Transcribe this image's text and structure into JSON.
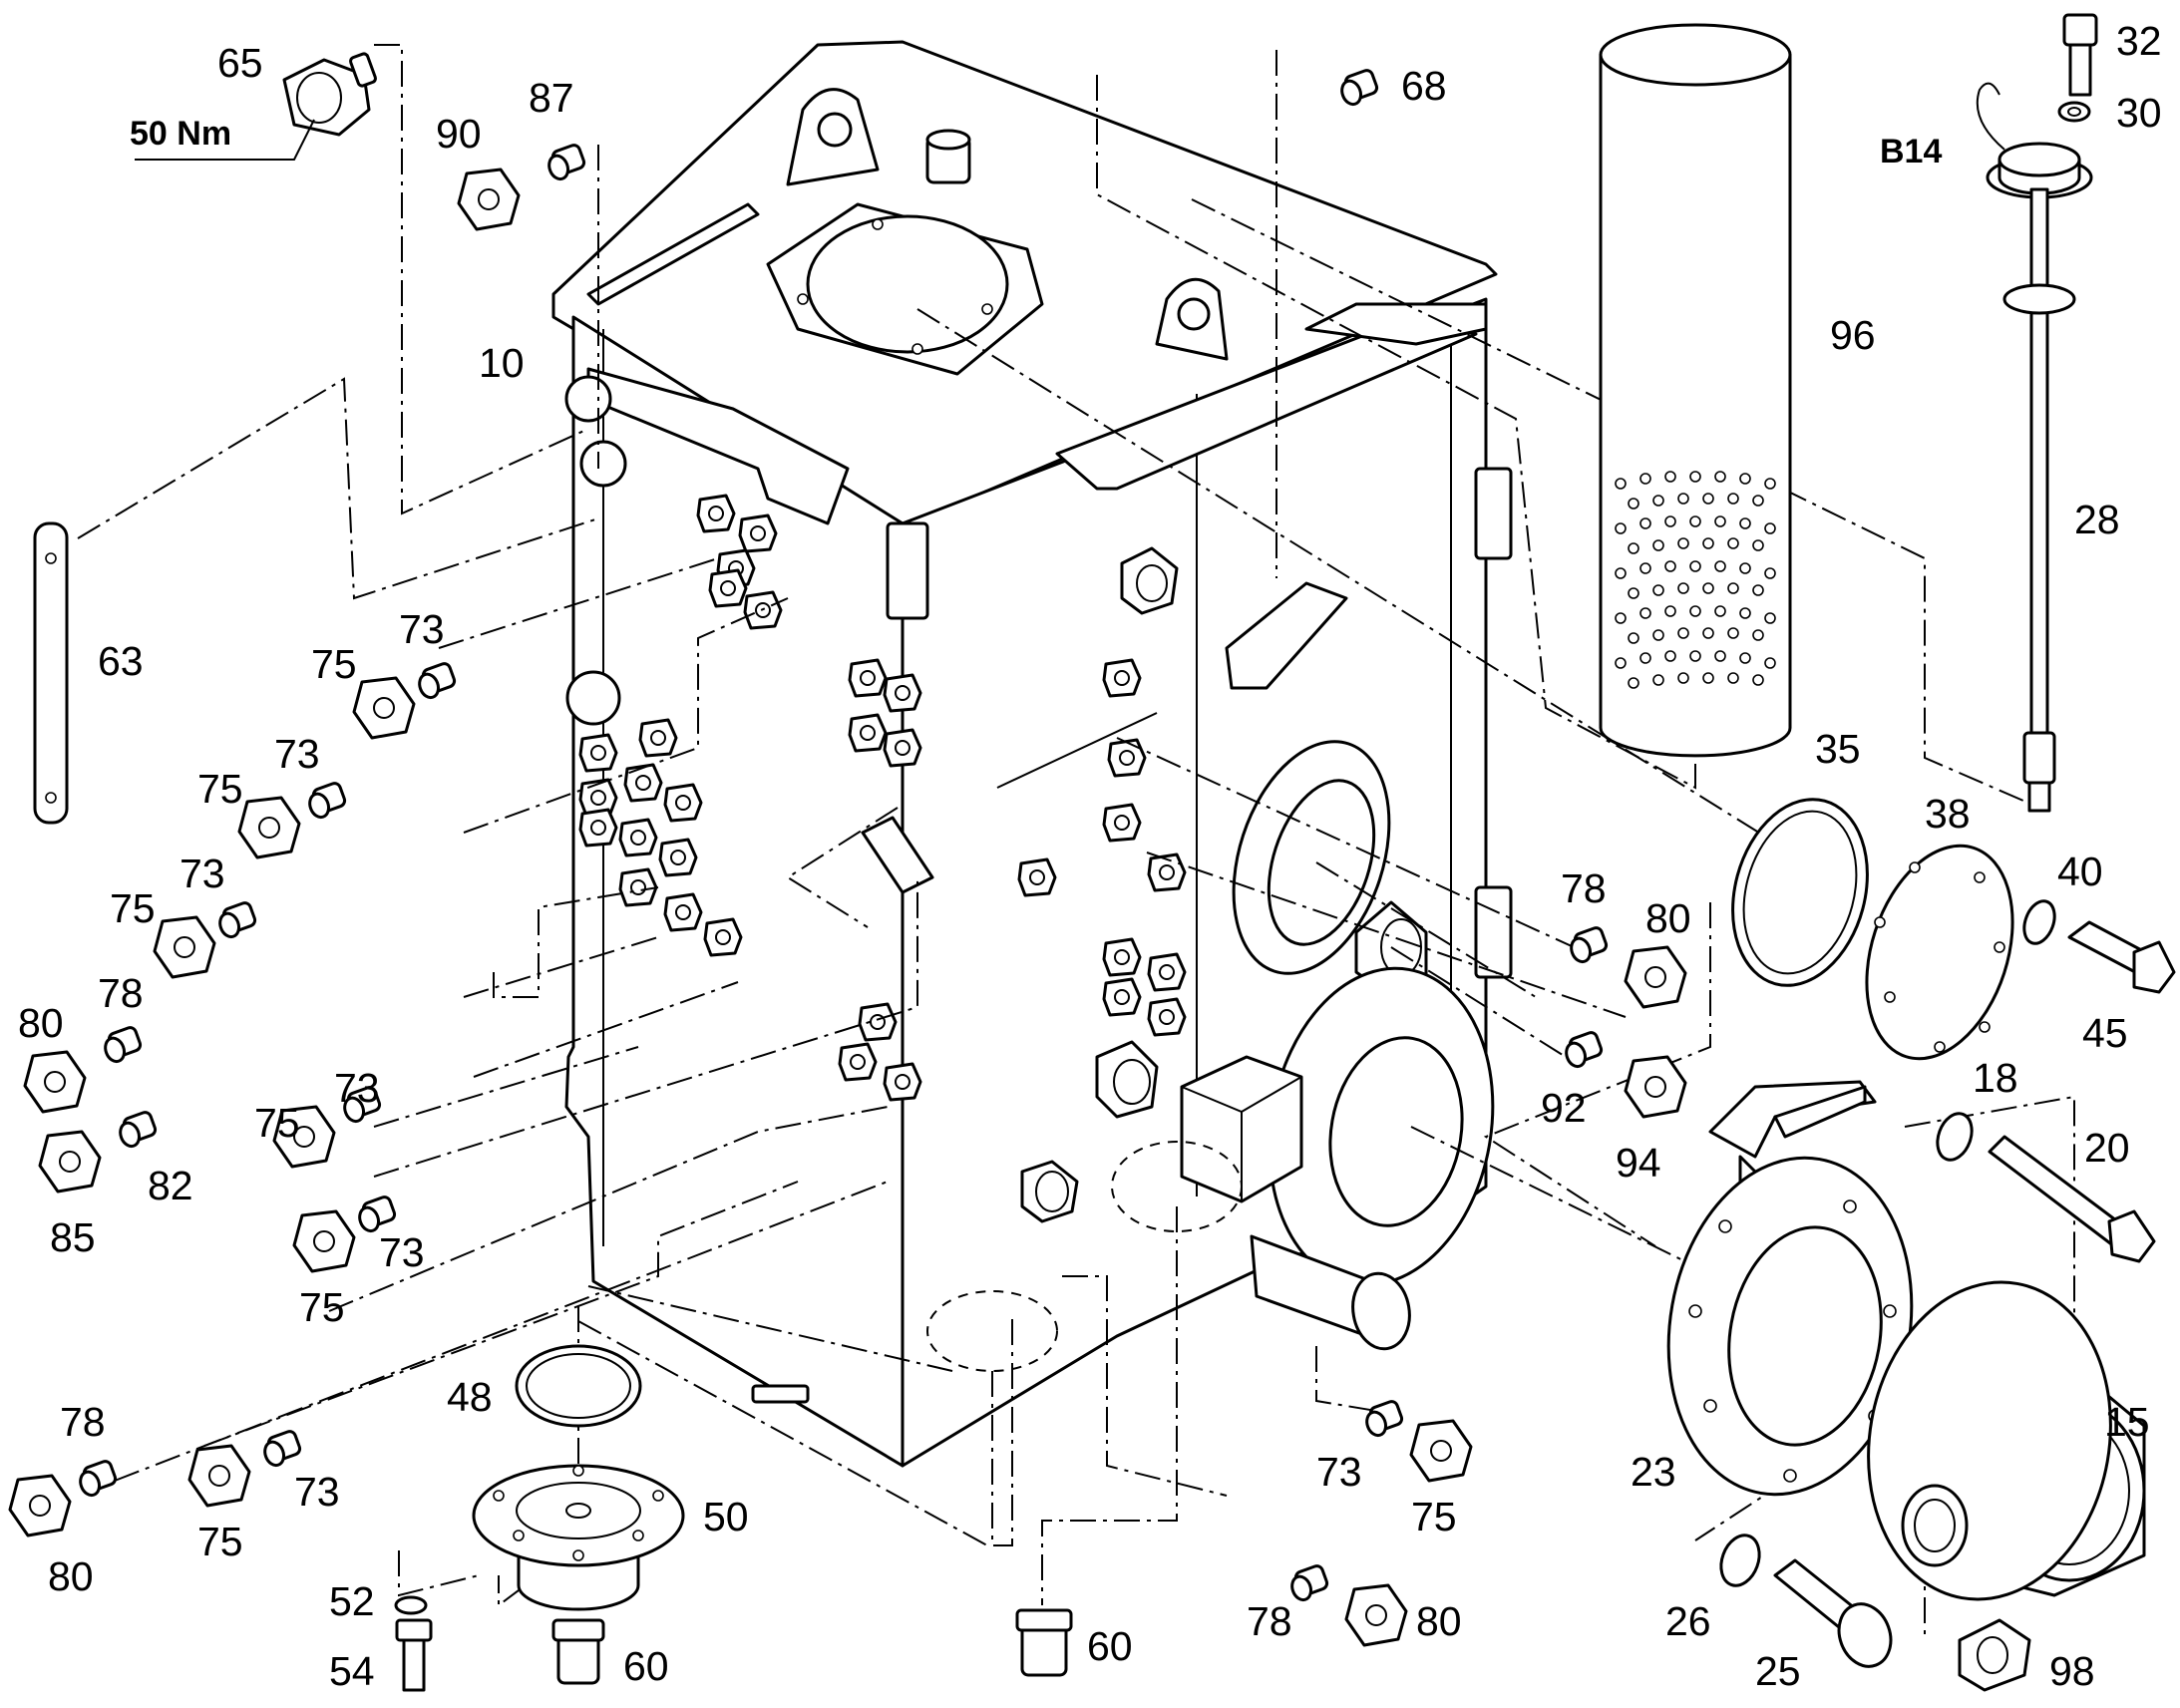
{
  "diagram": {
    "callouts": {
      "p65": "65",
      "torque_65": "50 Nm",
      "p90": "90",
      "p87": "87",
      "p68": "68",
      "p32": "32",
      "p30": "30",
      "b14": "B14",
      "p96": "96",
      "p28": "28",
      "p10": "10",
      "p63": "63",
      "p73_a": "73",
      "p75_a": "75",
      "p73_b": "73",
      "p75_b": "75",
      "p73_c": "73",
      "p75_c": "75",
      "p78_a": "78",
      "p80_a": "80",
      "p82": "82",
      "p85": "85",
      "p73_d": "73",
      "p75_d": "75",
      "p73_e": "73",
      "p75_e": "75",
      "p78_b": "78",
      "p80_b": "80",
      "p73_f": "73",
      "p75_f": "75",
      "p48": "48",
      "p50": "50",
      "p52": "52",
      "p54": "54",
      "p60_a": "60",
      "p60_b": "60",
      "p78_c": "78",
      "p80_c": "80",
      "p78_d": "78",
      "p80_d": "80",
      "p92": "92",
      "p94": "94",
      "p35": "35",
      "p38": "38",
      "p40": "40",
      "p45": "45",
      "p18": "18",
      "p20": "20",
      "p15": "15",
      "p23": "23",
      "p26": "26",
      "p25": "25",
      "p98": "98",
      "p73_g": "73",
      "p75_g": "75"
    }
  }
}
